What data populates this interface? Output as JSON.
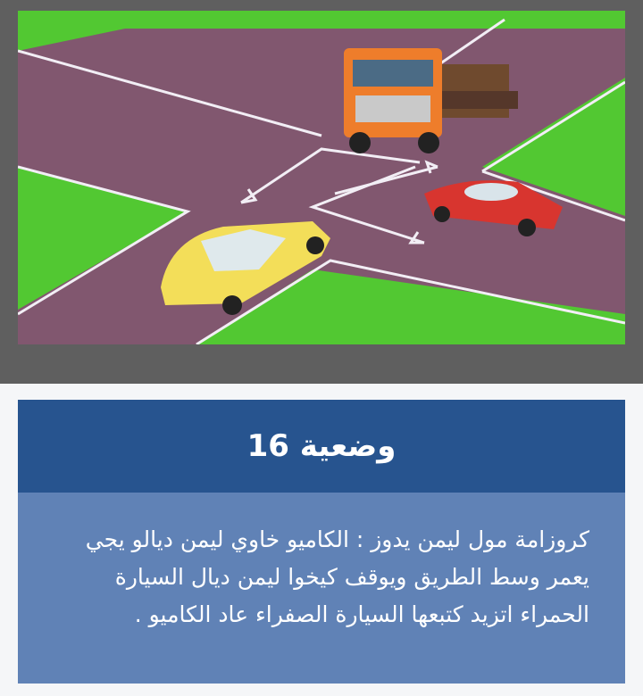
{
  "illustration": {
    "colors": {
      "grass": "#52c832",
      "road": "#81576f",
      "road_markings": "#f2eef5",
      "truck": "#ee7d2b",
      "red_car": "#d8352f",
      "yellow_car": "#f3de59"
    },
    "vehicles": [
      "orange-truck",
      "red-car",
      "yellow-car"
    ]
  },
  "card": {
    "title": "وضعية 16",
    "body": "كروزامة مول ليمن يدوز : الكاميو خاوي ليمن ديالو يجي يعمر وسط الطريق ويوقف كيخوا ليمن ديال السيارة الحمراء اتزيد كتبعها السيارة الصفراء عاد الكاميو .",
    "colors": {
      "header_bg": "#27548f",
      "body_bg": "#6082b6",
      "text": "#ffffff"
    }
  }
}
